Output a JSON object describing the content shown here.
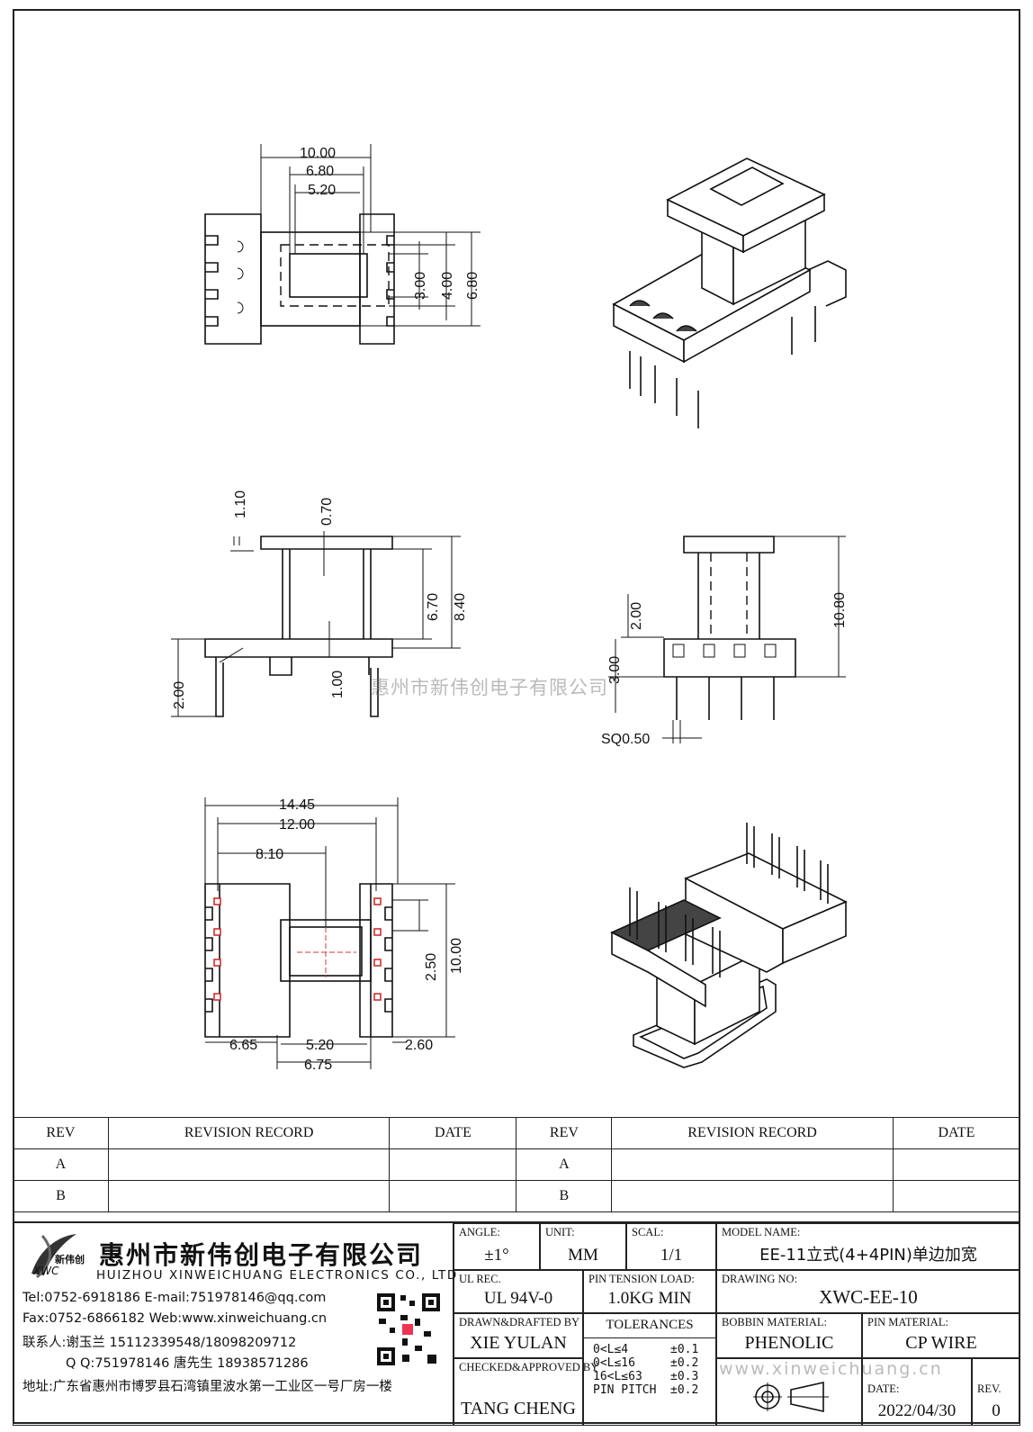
{
  "drawing": {
    "top_view_dims": {
      "w_outer": "10.00",
      "w_mid": "6.80",
      "w_inner": "5.20",
      "h_inner": "3.00",
      "h_mid": "4.00",
      "h_outer": "6.80"
    },
    "front_view_dims": {
      "flange_t": "1.10",
      "gap": "0.70",
      "core_h": "6.70",
      "total_h": "8.40",
      "pin_len": "2.00",
      "base_t": "1.00"
    },
    "side_view_dims": {
      "base_h": "2.00",
      "pin_stand": "3.00",
      "total_h": "10.80",
      "pin_sq": "SQ0.50"
    },
    "bottom_view_dims": {
      "w_total": "14.45",
      "pin_span": "12.00",
      "center": "8.10",
      "pitch": "2.50",
      "depth": "10.00",
      "left": "6.65",
      "core": "5.20",
      "right": "2.60",
      "mid": "6.75"
    },
    "watermark": "惠州市新伟创电子有限公司"
  },
  "revision_table": {
    "headers": [
      "REV",
      "REVISION RECORD",
      "DATE",
      "REV",
      "REVISION RECORD",
      "DATE"
    ],
    "rows": [
      [
        "A",
        "",
        "",
        "A",
        "",
        ""
      ],
      [
        "B",
        "",
        "",
        "B",
        "",
        ""
      ]
    ]
  },
  "title_block": {
    "logo_text": "新伟创",
    "logo_sub": "XWC",
    "company_cn": "惠州市新伟创电子有限公司",
    "company_en": "HUIZHOU XINWEICHUANG ELECTRONICS CO., LTD",
    "tel_line": "Tel:0752-6918186 E-mail:751978146@qq.com",
    "fax_line": "Fax:0752-6866182 Web:www.xinweichuang.cn",
    "contact_line": "联系人:谢玉兰 15112339548/18098209712",
    "qq_line": "Q Q:751978146     唐先生 18938571286",
    "address_line": "地址:广东省惠州市博罗县石湾镇里波水第一工业区一号厂房一楼",
    "angle_label": "ANGLE:",
    "angle_value": "±1°",
    "unit_label": "UNIT:",
    "unit_value": "MM",
    "scale_label": "SCAL:",
    "scale_value": "1/1",
    "model_label": "MODEL NAME:",
    "model_value": "EE-11立式(4+4PIN)单边加宽",
    "ul_label": "UL REC.",
    "ul_value": "UL 94V-0",
    "pin_tension_label": "PIN TENSION LOAD:",
    "pin_tension_value": "1.0KG MIN",
    "drawing_no_label": "DRAWING NO:",
    "drawing_no_value": "XWC-EE-10",
    "drawn_label": "DRAWN&DRAFTED BY",
    "drawn_value": "XIE YULAN",
    "tolerances_label": "TOLERANCES",
    "tol_rows": [
      [
        "0<L≤4",
        "±0.1"
      ],
      [
        "0<L≤16",
        "±0.2"
      ],
      [
        "16<L≤63",
        "±0.3"
      ],
      [
        "PIN PITCH",
        "±0.2"
      ]
    ],
    "bobbin_label": "BOBBIN MATERIAL:",
    "bobbin_value": "PHENOLIC",
    "pin_mat_label": "PIN MATERIAL:",
    "pin_mat_value": "CP WIRE",
    "checked_label": "CHECKED&APPROVED BY",
    "checked_value": "TANG CHENG",
    "date_label": "DATE:",
    "date_value": "2022/04/30",
    "rev_label": "REV.",
    "rev_value": "0",
    "watermark_web": "www.xinweichuang.cn"
  }
}
